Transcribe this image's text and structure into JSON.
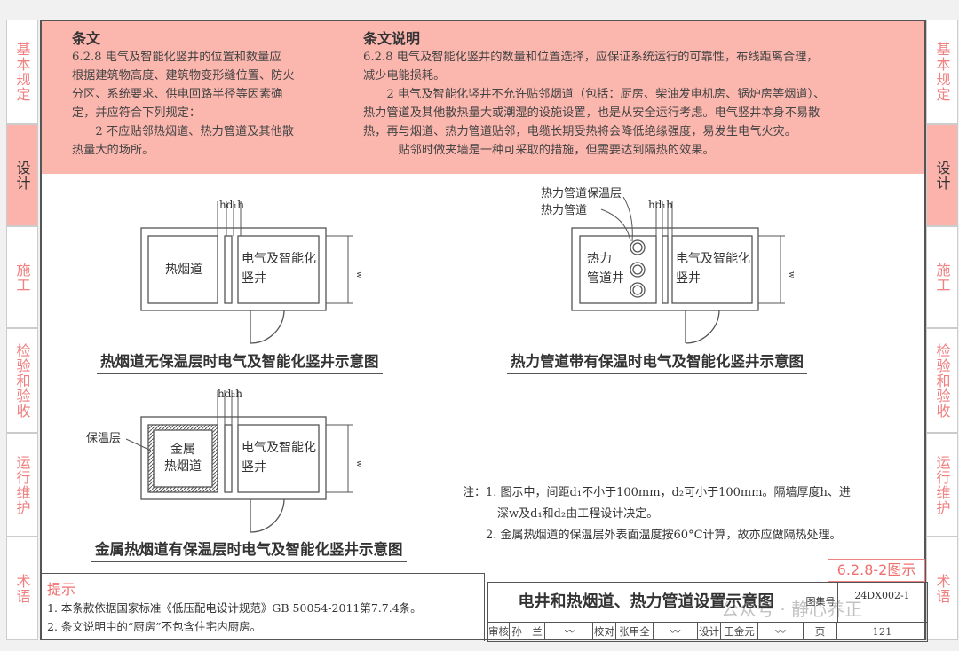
{
  "side_tabs": [
    "基本规定",
    "设计",
    "施工",
    "检验和验收",
    "运行维护",
    "术语"
  ],
  "active_tab": "设计",
  "clause": {
    "heading": "条文",
    "lines": [
      "6.2.8 电气及智能化竖井的位置和数量应",
      "根据建筑物高度、建筑物变形缝位置、防火",
      "分区、系统要求、供电回路半径等因素确",
      "定，并应符合下列规定：",
      "　　2 不应贴邻热烟道、热力管道及其他散",
      "热量大的场所。"
    ]
  },
  "explanation": {
    "heading": "条文说明",
    "lines": [
      "6.2.8 电气及智能化竖井的数量和位置选择，应保证系统运行的可靠性，布线距离合理，",
      "减少电能损耗。",
      "　　2 电气及智能化竖井不允许贴邻烟道（包括：厨房、柴油发电机房、锅炉房等烟道）、",
      "热力管道及其他散热量大或潮湿的设施设置，也是从安全运行考虑。电气竖井本身不易散",
      "热，再与烟道、热力管道贴邻，电缆长期受热将会降低绝缘强度，易发生电气火灾。",
      "　　　贴邻时做夹墙是一种可采取的措施，但需要达到隔热的效果。"
    ]
  },
  "diagrams": {
    "d1": {
      "dim_top": "hd₁h",
      "left_room": "热烟道",
      "right_room_1": "电气及智能化",
      "right_room_2": "竖井",
      "dim_side": "w",
      "caption": "热烟道无保温层时电气及智能化竖井示意图"
    },
    "d2": {
      "dim_top": "hd₁h",
      "label_insulation": "热力管道保温层",
      "label_pipe": "热力管道",
      "left_room_1": "热力",
      "left_room_2": "管道井",
      "right_room_1": "电气及智能化",
      "right_room_2": "竖井",
      "dim_side": "w",
      "caption": "热力管道带有保温时电气及智能化竖井示意图"
    },
    "d3": {
      "dim_top": "hd₂h",
      "label_insulation": "保温层",
      "left_room_1": "金属",
      "left_room_2": "热烟道",
      "right_room_1": "电气及智能化",
      "right_room_2": "竖井",
      "dim_side": "w",
      "caption": "金属热烟道有保温层时电气及智能化竖井示意图"
    }
  },
  "notes": {
    "lines": [
      "注：1. 图示中，间距d₁不小于100mm，d₂可小于100mm。隔墙厚度h、进",
      "　　　深w及d₁和d₂由工程设计决定。",
      "　　2. 金属热烟道的保温层外表面温度按60°C计算，故亦应做隔热处理。"
    ]
  },
  "tag": "6.2.8-2图示",
  "hint": {
    "heading": "提示",
    "lines": [
      "1. 本条款依据国家标准《低压配电设计规范》GB 50054-2011第7.7.4条。",
      "2. 条文说明中的“厨房”不包含住宅内厨房。"
    ]
  },
  "title_block": {
    "title": "电井和热烟道、热力管道设置示意图",
    "atlas_label": "图集号",
    "atlas_no": "24DX002-1",
    "page_label": "页",
    "page_no": "121",
    "review_label": "审核",
    "reviewer": "孙　兰",
    "check_label": "校对",
    "checker": "张甲全",
    "design_label": "设计",
    "designer": "王金元"
  },
  "watermark": "公众号 · 静心养正"
}
